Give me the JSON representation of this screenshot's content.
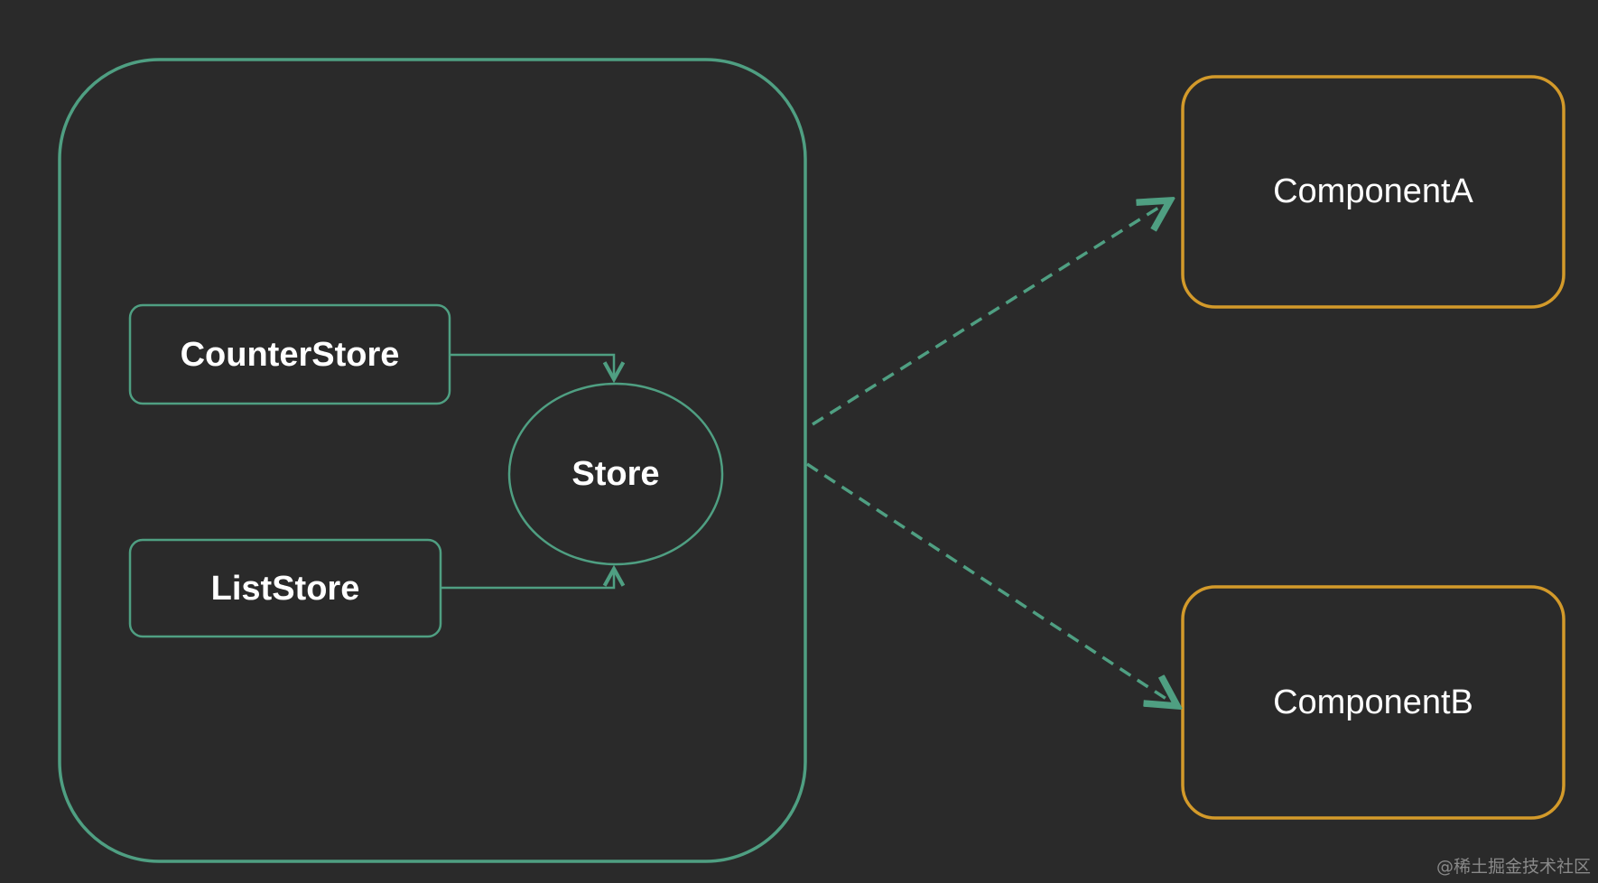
{
  "diagram": {
    "nodes": {
      "counter_store": "CounterStore",
      "list_store": "ListStore",
      "store": "Store",
      "component_a": "ComponentA",
      "component_b": "ComponentB"
    },
    "watermark": "@稀土掘金技术社区"
  },
  "colors": {
    "background": "#2a2a2a",
    "container_stroke": "#4f9f82",
    "component_stroke": "#d39a2a",
    "text": "#ffffff"
  }
}
